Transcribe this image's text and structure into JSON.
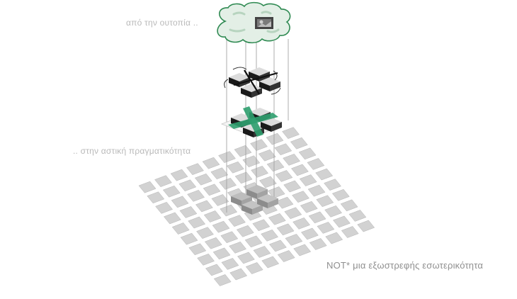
{
  "labels": {
    "top": "από την ουτοπία ..",
    "middle": ".. στην αστική πραγματικότητα",
    "bottom": "NOT* μια εξωστρεφής εσωτερικότητα"
  },
  "colors": {
    "cloud_fill": "#e3efe6",
    "cloud_stroke": "#2f8a52",
    "accent_green": "#2e9e6e",
    "grid_tile": "#d2d2d2",
    "grid_tile_edge": "#b5b5b5",
    "block_top": "#d9d9d9",
    "block_side": "#1a1a1a",
    "label_light": "#b9b9b9",
    "label_dark": "#8f8f8f"
  },
  "icons": [
    "cloud-icon",
    "photo-thumbnail-icon",
    "rotate-arrow-icon"
  ]
}
